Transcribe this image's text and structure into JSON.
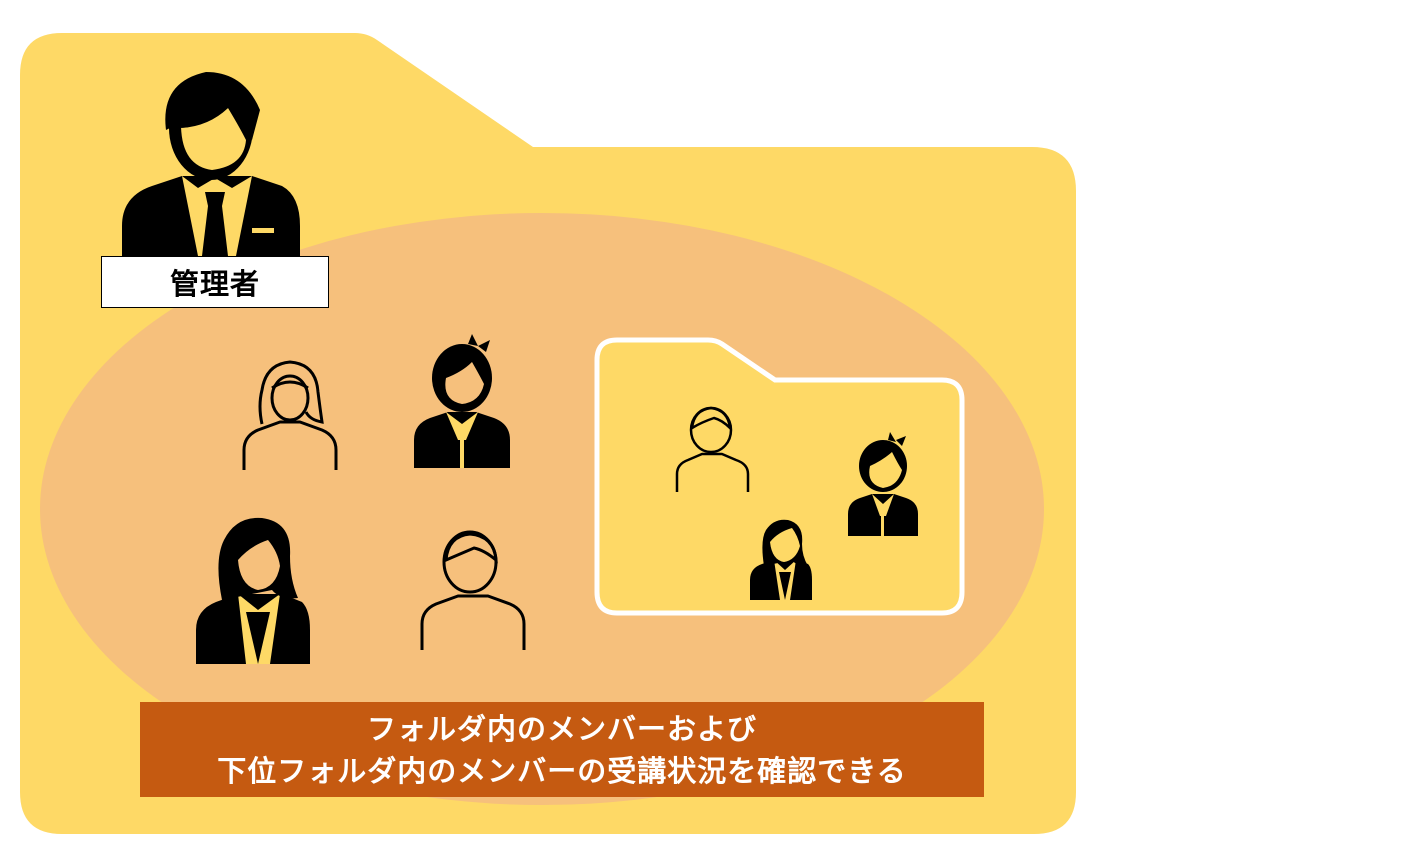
{
  "admin": {
    "label": "管理者"
  },
  "caption": {
    "line1": "フォルダ内のメンバーおよび",
    "line2": "下位フォルダ内のメンバーの受講状況を確認できる"
  },
  "colors": {
    "folder": "#fed966",
    "scope_ellipse": "#f6c07c",
    "caption_bg": "#c55a11",
    "subfolder_border": "#ffffff",
    "icon": "#000000"
  }
}
